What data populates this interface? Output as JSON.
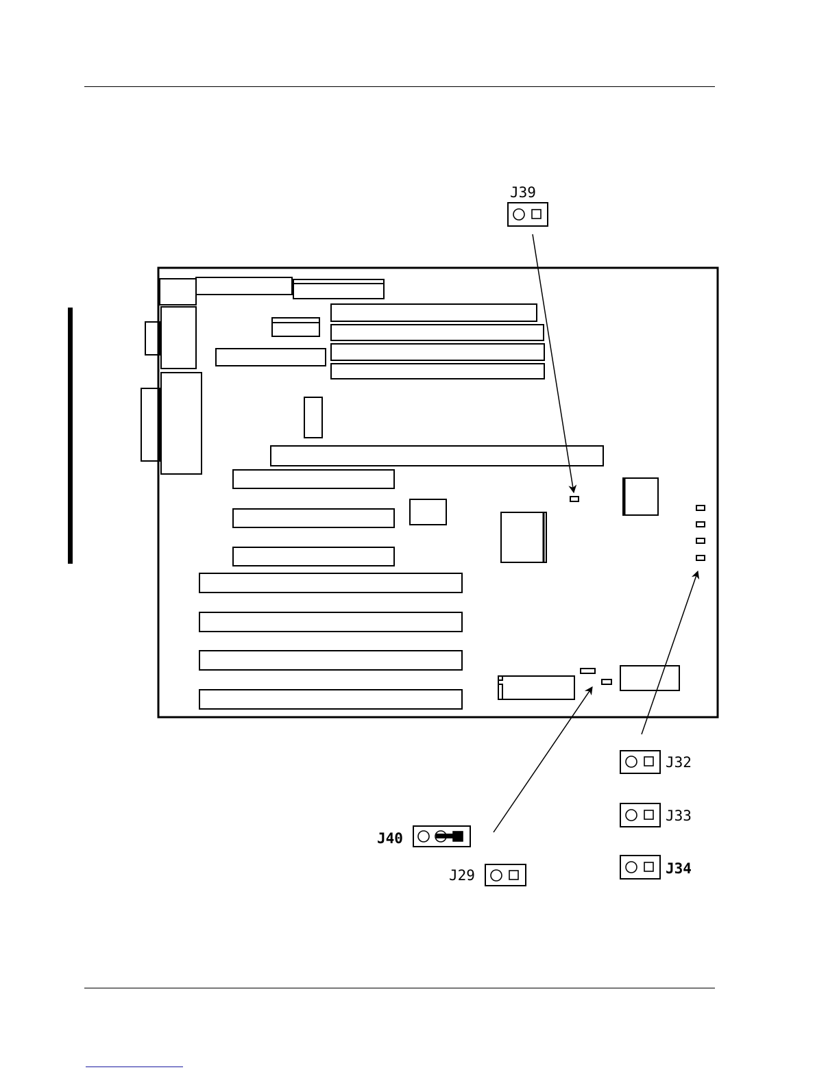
{
  "jumpers": {
    "j39": {
      "label": "J39"
    },
    "j32": {
      "label": "J32"
    },
    "j33": {
      "label": "J33"
    },
    "j34": {
      "label": "J34"
    },
    "j40": {
      "label": "J40"
    },
    "j29": {
      "label": "J29"
    }
  },
  "colors": {
    "ink": "#000000",
    "link": "#1a1aa0"
  }
}
